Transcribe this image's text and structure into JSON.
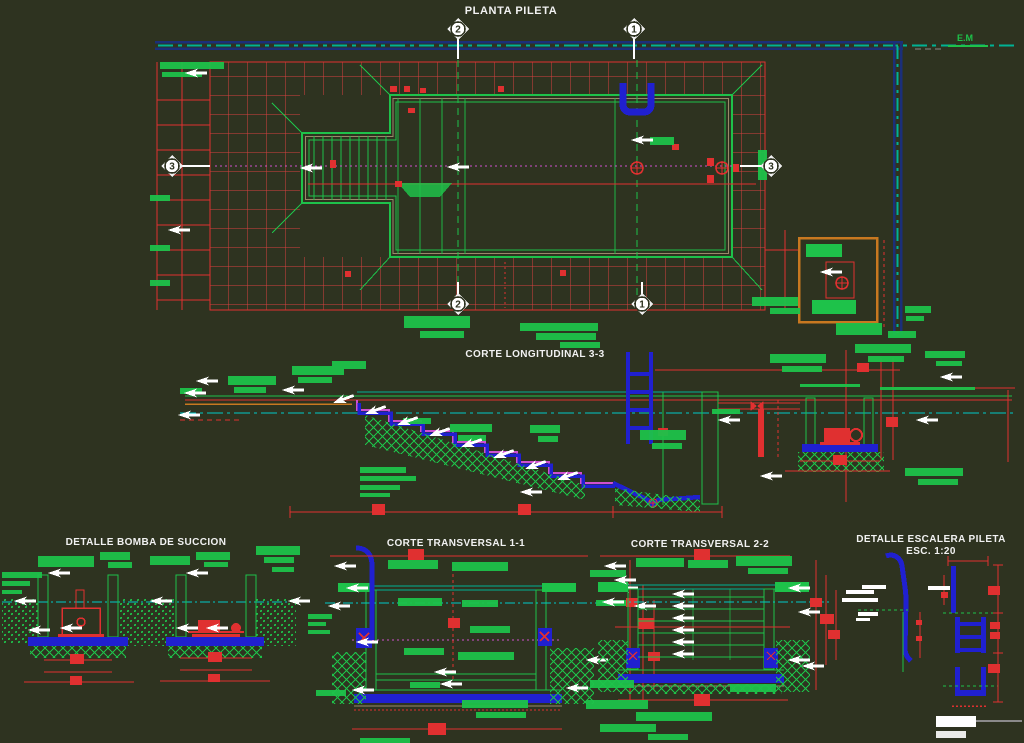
{
  "background_color": "#2e3320",
  "titles": {
    "plan_view": "PLANTA PILETA",
    "longitudinal_section": "CORTE LONGITUDINAL 3-3",
    "suction_pump_detail": "DETALLE BOMBA DE SUCCION",
    "cross_section_1": "CORTE TRANSVERSAL 1-1",
    "cross_section_2": "CORTE TRANSVERSAL 2-2",
    "ladder_detail": "DETALLE ESCALERA PILETA",
    "ladder_detail_scale": "ESC. 1:20"
  },
  "labels": {
    "utility_line": "E.M"
  },
  "section_markers": {
    "longitudinal": "3",
    "cross_1": "1",
    "cross_2": "2"
  },
  "palette": {
    "line_green": "#1ec24a",
    "line_red": "#e03030",
    "line_cyan": "#00c8c8",
    "line_teal": "#00b294",
    "line_navy": "#1b2f7a",
    "line_blue": "#2020d0",
    "line_magenta": "#d050d0",
    "line_orange": "#c87820",
    "line_white": "#ffffff"
  }
}
